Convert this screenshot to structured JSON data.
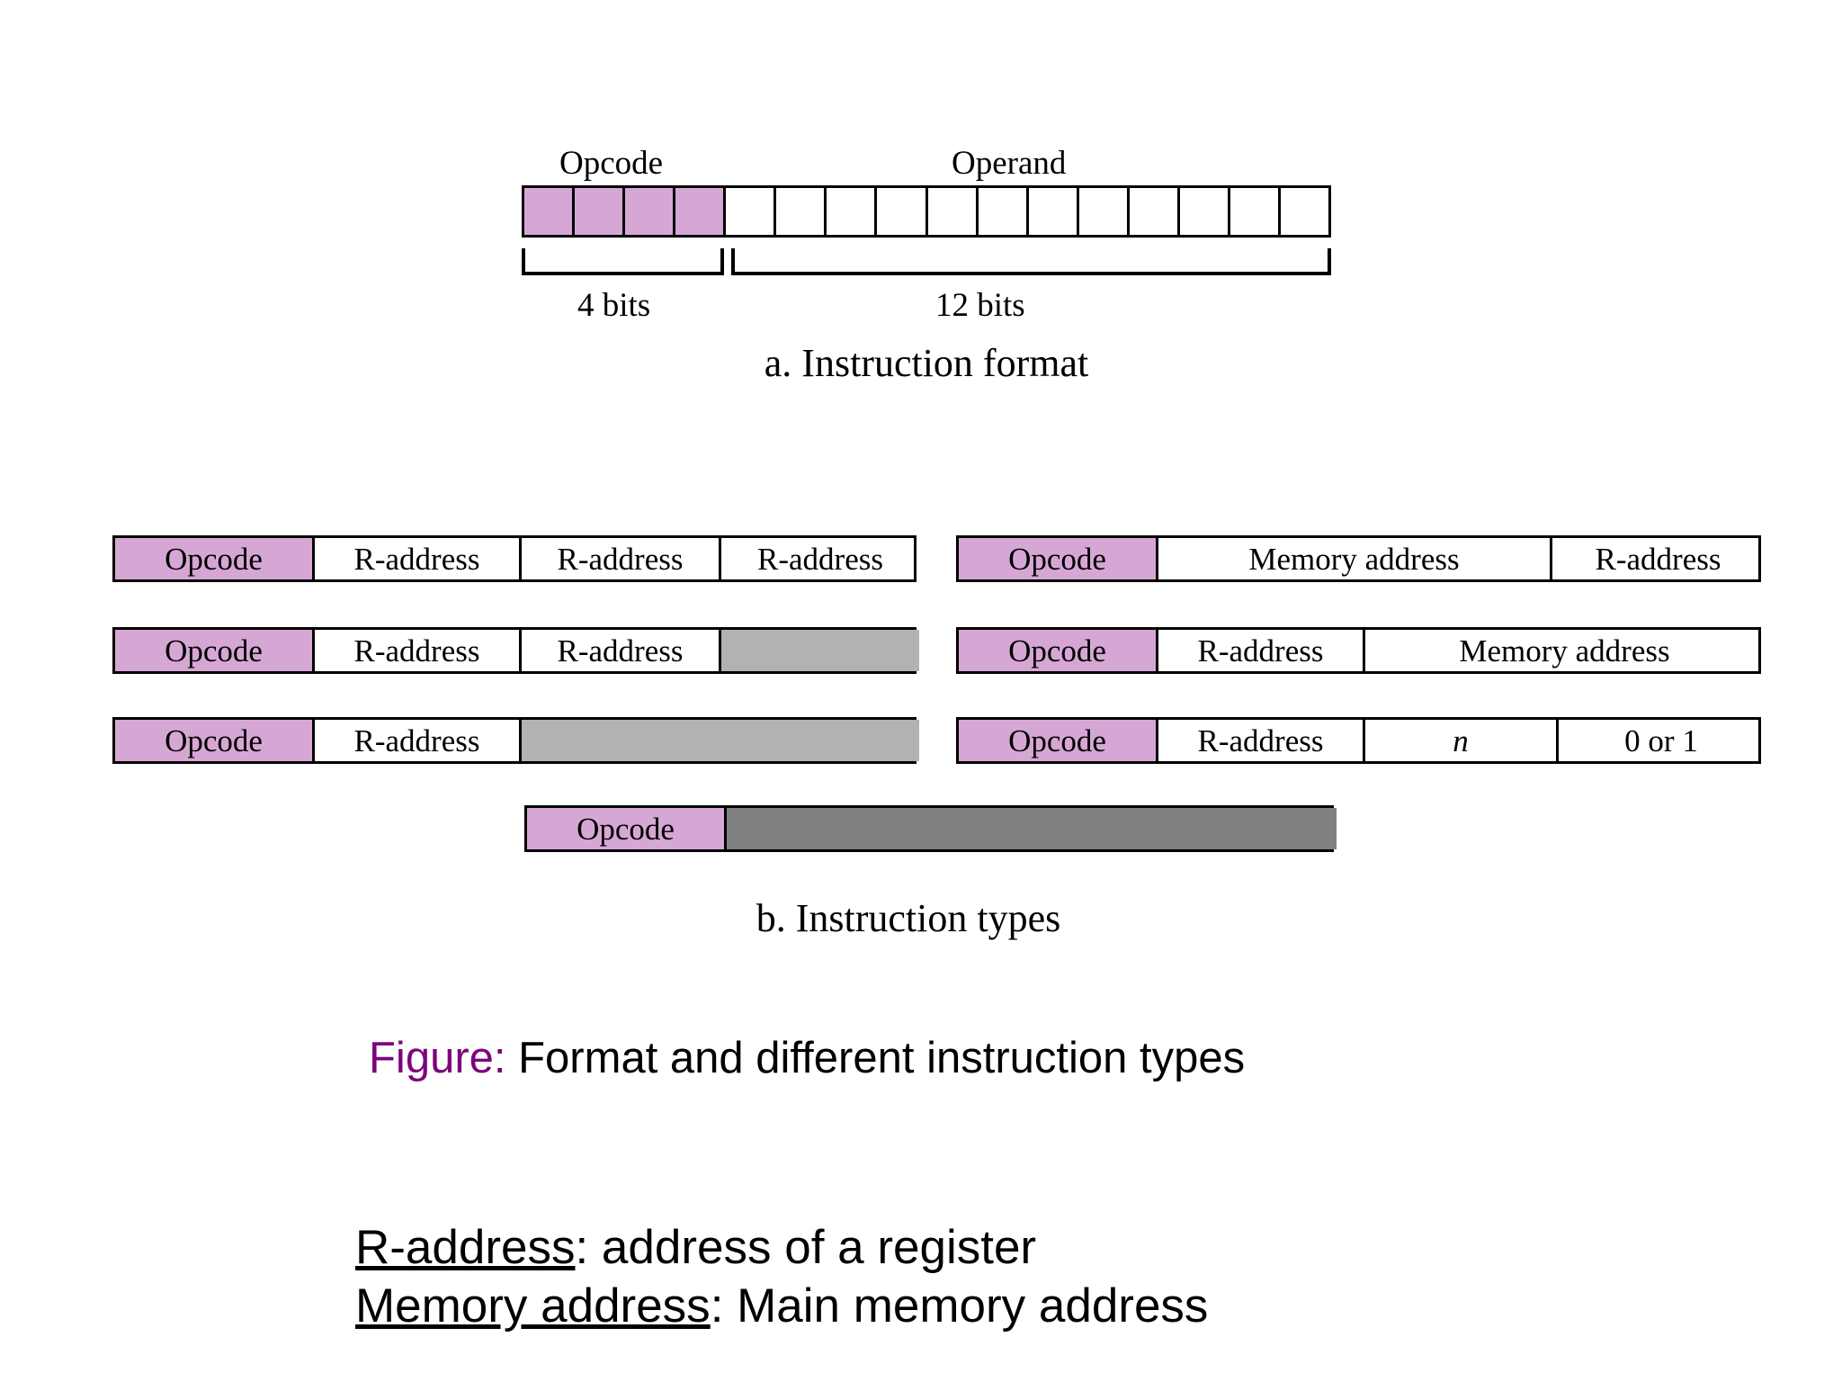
{
  "figure": {
    "part_a": {
      "labels": {
        "opcode": "Opcode",
        "operand": "Operand"
      },
      "bit_counts": {
        "opcode": "4 bits",
        "operand": "12 bits"
      },
      "total_cells": 16,
      "opcode_cells": 4,
      "caption": "a. Instruction format"
    },
    "part_b": {
      "caption": "b. Instruction types",
      "left_rows": [
        {
          "segments": [
            {
              "text": "Opcode",
              "fill": "opcode"
            },
            {
              "text": "R-address",
              "fill": "none"
            },
            {
              "text": "R-address",
              "fill": "none"
            },
            {
              "text": "R-address",
              "fill": "none"
            }
          ]
        },
        {
          "segments": [
            {
              "text": "Opcode",
              "fill": "opcode"
            },
            {
              "text": "R-address",
              "fill": "none"
            },
            {
              "text": "R-address",
              "fill": "none"
            },
            {
              "text": "",
              "fill": "gray"
            }
          ]
        },
        {
          "segments": [
            {
              "text": "Opcode",
              "fill": "opcode"
            },
            {
              "text": "R-address",
              "fill": "none"
            },
            {
              "text": "",
              "fill": "gray"
            }
          ]
        }
      ],
      "right_rows": [
        {
          "segments": [
            {
              "text": "Opcode",
              "fill": "opcode"
            },
            {
              "text": "Memory address",
              "fill": "none"
            },
            {
              "text": "R-address",
              "fill": "none"
            }
          ]
        },
        {
          "segments": [
            {
              "text": "Opcode",
              "fill": "opcode"
            },
            {
              "text": "R-address",
              "fill": "none"
            },
            {
              "text": "Memory address",
              "fill": "none"
            }
          ]
        },
        {
          "segments": [
            {
              "text": "Opcode",
              "fill": "opcode"
            },
            {
              "text": "R-address",
              "fill": "none"
            },
            {
              "text": "n",
              "fill": "none",
              "italic": true
            },
            {
              "text": "0 or 1",
              "fill": "none"
            }
          ]
        }
      ],
      "bottom_row": {
        "segments": [
          {
            "text": "Opcode",
            "fill": "opcode"
          },
          {
            "text": "",
            "fill": "darkgray"
          }
        ]
      }
    }
  },
  "caption_block": {
    "keyword": "Figure:",
    "text": " Format and different instruction types"
  },
  "legend": [
    {
      "term": "R-address",
      "definition": ": address of a register"
    },
    {
      "term": "Memory address",
      "definition": ": Main memory address"
    }
  ],
  "colors": {
    "opcode_fill": "#d6a7d4",
    "gray_fill": "#b2b2b2",
    "dark_gray_fill": "#808080",
    "figure_keyword": "#7d047d",
    "stroke": "#000000"
  }
}
